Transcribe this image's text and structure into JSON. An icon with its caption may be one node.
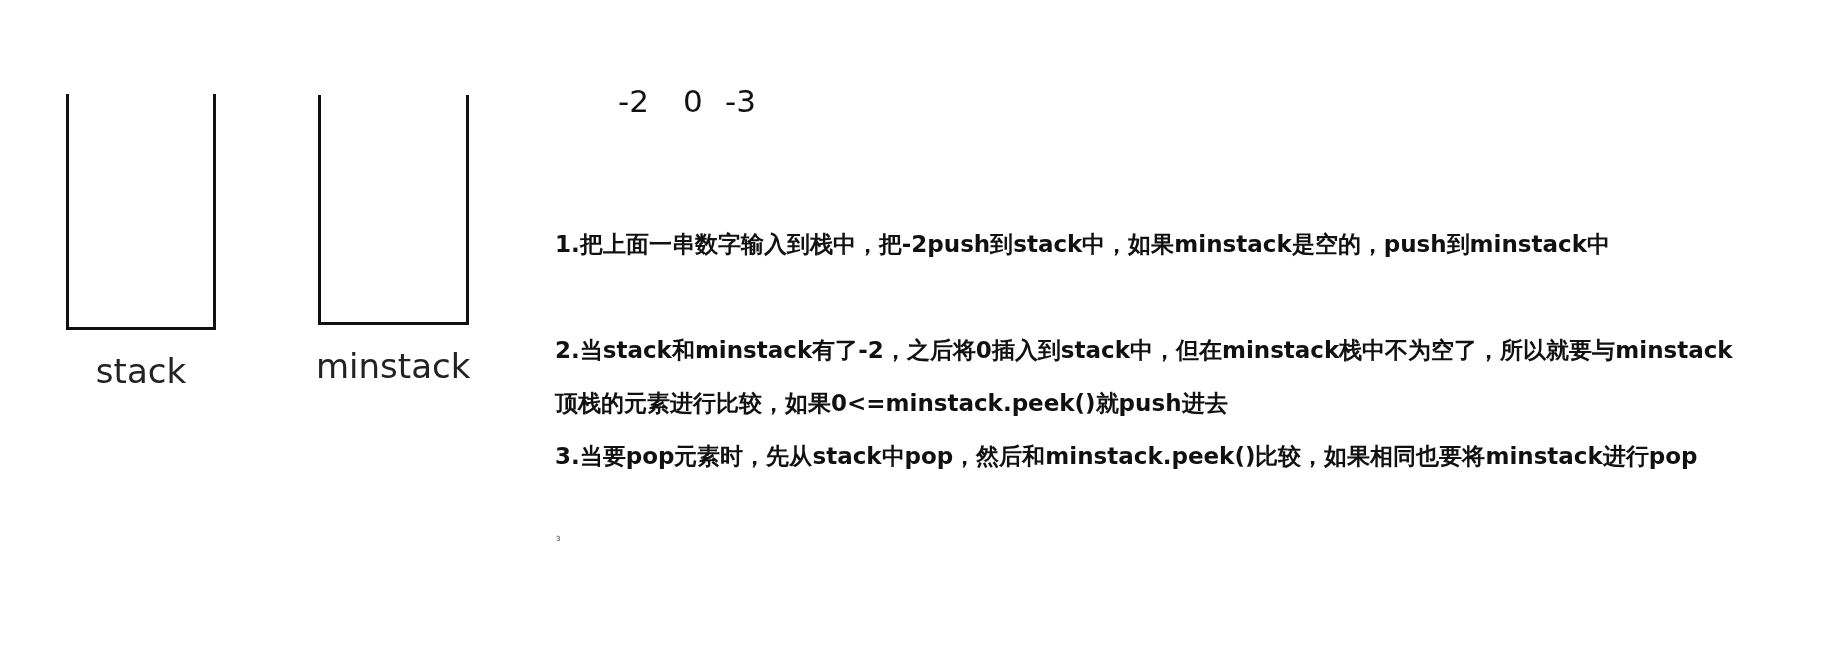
{
  "diagram": {
    "nodes": [
      {
        "text": [
          "stack"
        ]
      },
      {
        "text": [
          "minstack"
        ]
      }
    ],
    "edges": [],
    "labels": [
      "-2",
      "0",
      "-3",
      "1.把上面一串数字输入到栈中，把-2push到stack中，如果minstack是空的，push到minstack中",
      "2.当stack和minstack有了-2，之后将0插入到stack中，但在minstack栈中不为空了，所以就要与minstack顶栈的元素进行比较，如果0<=minstack.peek()就push进去",
      "3.当要pop元素时，先从stack中pop，然后和minstack.peek()比较，如果相同也要将minstack进行pop",
      "3"
    ]
  }
}
